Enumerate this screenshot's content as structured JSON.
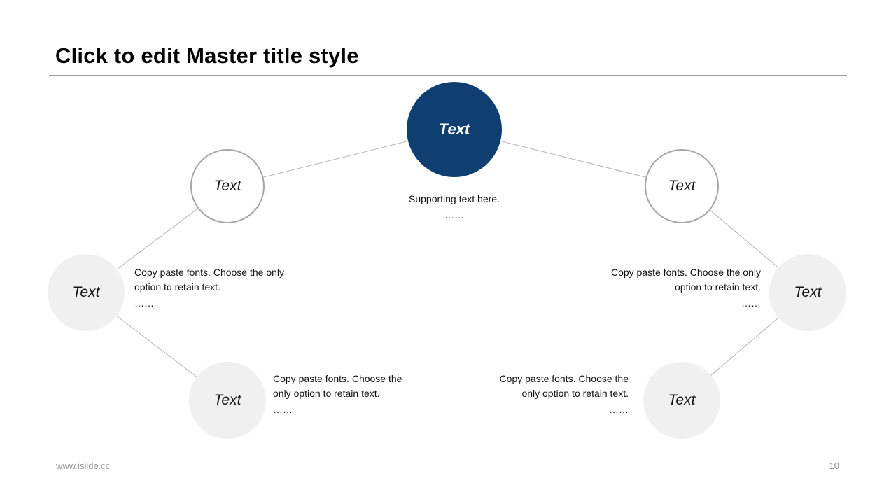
{
  "slide": {
    "title": "Click to edit Master title style",
    "footer": {
      "website": "www.islide.cc",
      "page_number": "10"
    }
  },
  "colors": {
    "accent_blue": "#0f3f70",
    "outline_gray": "#a6a6a6",
    "fill_gray": "#f0f0f0",
    "connector_gray": "#b5b5b5",
    "rule_gray": "#9c9c9c",
    "footer_gray": "#999999"
  },
  "diagram": {
    "nodes": {
      "top": {
        "label": "Text"
      },
      "left_upper": {
        "label": "Text"
      },
      "right_upper": {
        "label": "Text"
      },
      "left_mid": {
        "label": "Text"
      },
      "right_mid": {
        "label": "Text"
      },
      "left_bottom": {
        "label": "Text"
      },
      "right_bottom": {
        "label": "Text"
      }
    },
    "captions": {
      "center": {
        "text": "Supporting text here.",
        "ellipsis": "……"
      },
      "left_mid": {
        "text": "Copy paste fonts. Choose the only option to retain text.",
        "ellipsis": "……"
      },
      "right_mid": {
        "text": "Copy paste fonts. Choose the only option to retain text.",
        "ellipsis": "……"
      },
      "left_bottom": {
        "text": "Copy paste fonts. Choose the only option to retain text.",
        "ellipsis": "……"
      },
      "right_bottom": {
        "text": "Copy paste fonts. Choose the only option to retain text.",
        "ellipsis": "……"
      }
    }
  }
}
